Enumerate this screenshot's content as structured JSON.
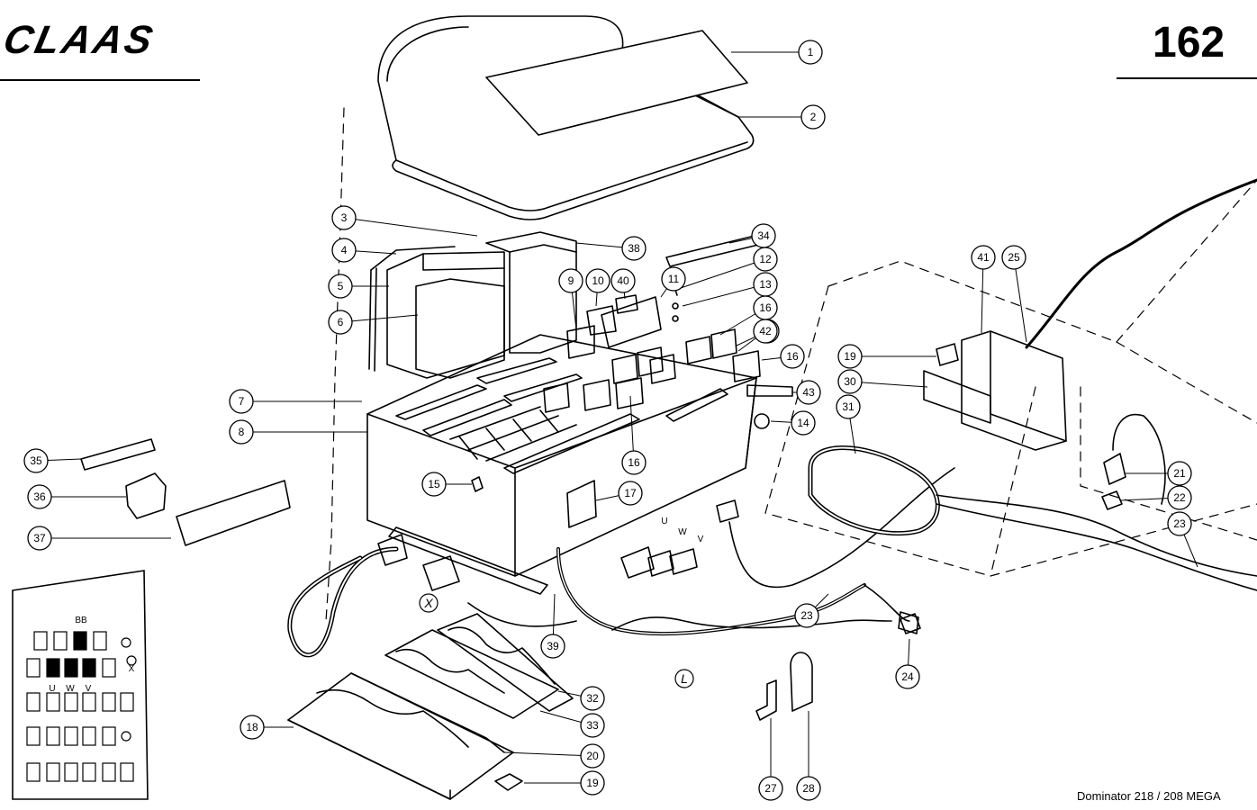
{
  "header": {
    "brand": "CLAAS",
    "page_number": "162"
  },
  "footer": {
    "model": "Dominator 218 / 208 MEGA"
  },
  "callouts": [
    "1",
    "2",
    "3",
    "4",
    "5",
    "6",
    "7",
    "8",
    "9",
    "10",
    "11",
    "12",
    "13",
    "14",
    "15",
    "16",
    "16",
    "16",
    "16",
    "17",
    "18",
    "19",
    "19",
    "20",
    "21",
    "22",
    "23",
    "23",
    "24",
    "25",
    "27",
    "28",
    "30",
    "31",
    "32",
    "33",
    "34",
    "35",
    "36",
    "37",
    "38",
    "39",
    "40",
    "41",
    "42",
    "43"
  ],
  "connector_labels": {
    "x": "X",
    "l": "L"
  },
  "plug_letters": [
    "U",
    "W",
    "V"
  ],
  "fuse_panel": {
    "labels": [
      "BB",
      "X",
      "U",
      "W",
      "V"
    ]
  }
}
